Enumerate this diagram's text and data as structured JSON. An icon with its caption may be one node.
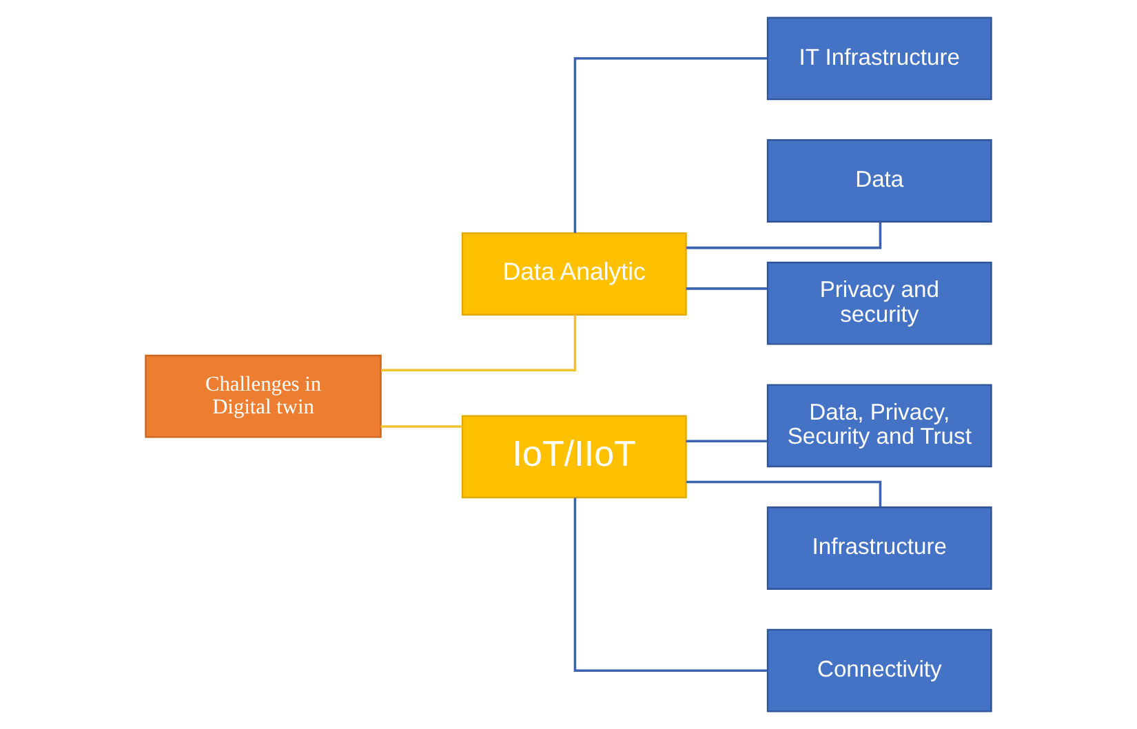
{
  "diagram": {
    "nodes": [
      {
        "text": [
          "Challenges in Digital twin"
        ]
      },
      {
        "text": [
          "Data Analytic"
        ]
      },
      {
        "text": [
          "IoT/IIoT"
        ]
      },
      {
        "text": [
          "IT Infrastructure"
        ]
      },
      {
        "text": [
          "Data"
        ]
      },
      {
        "text": [
          "Privacy and security"
        ]
      },
      {
        "text": [
          "Data, Privacy, Security and Trust"
        ]
      },
      {
        "text": [
          "Infrastructure"
        ]
      },
      {
        "text": [
          "Connectivity"
        ]
      }
    ],
    "edges": [
      {
        "from": 0,
        "to": 1,
        "arrow": "none",
        "color": "#f2c12e"
      },
      {
        "from": 0,
        "to": 2,
        "arrow": "none",
        "color": "#f2c12e"
      },
      {
        "from": 1,
        "to": 3,
        "arrow": "none"
      },
      {
        "from": 1,
        "to": 4,
        "arrow": "none"
      },
      {
        "from": 1,
        "to": 5,
        "arrow": "none"
      },
      {
        "from": 2,
        "to": 6,
        "arrow": "none"
      },
      {
        "from": 2,
        "to": 7,
        "arrow": "none"
      },
      {
        "from": 2,
        "to": 8,
        "arrow": "none"
      }
    ]
  }
}
